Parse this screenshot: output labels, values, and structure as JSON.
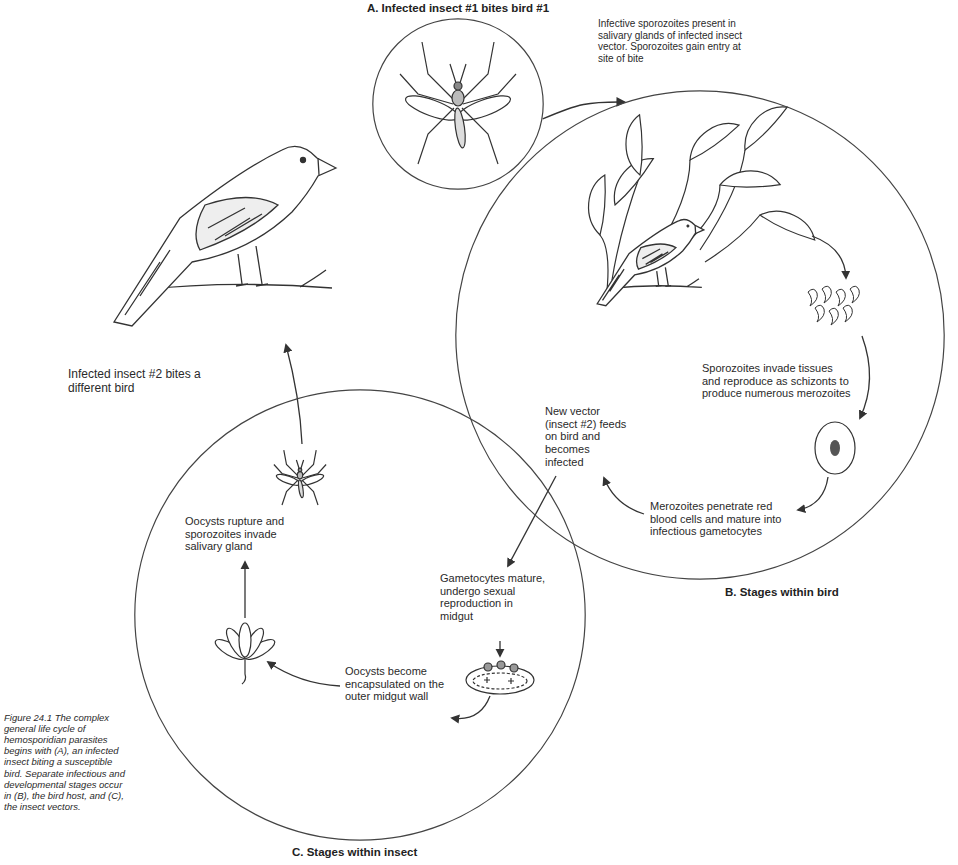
{
  "diagram": {
    "caption": "Figure 24.1 The complex general life cycle of hemosporidian parasites begins with (A), an infected insect biting a susceptible bird. Separate infectious and developmental stages occur in (B), the bird host, and (C), the insect vectors.",
    "nodes": [
      {
        "text": [
          "A. Infected insect #1 bites bird #1",
          "Infective sporozoites present in salivary glands of infected insect vector. Sporozoites gain entry at site of bite"
        ]
      },
      {
        "text": [
          "Sporozoites invade tissues and reproduce as schizonts to produce numerous merozoites",
          "Merozoites penetrate red blood cells and mature into infectious gametocytes",
          "New vector (insect #2) feeds on bird and becomes infected",
          "B. Stages within bird"
        ]
      },
      {
        "text": [
          "Gametocytes mature, undergo sexual reproduction in midgut",
          "Oocysts become encapsulated on the outer midgut wall",
          "Oocysts rupture and sporozoites invade salivary gland",
          "C. Stages within insect"
        ]
      }
    ],
    "edges": [
      {
        "from": 0,
        "to": 1,
        "arrow": "to"
      }
    ],
    "labels": [
      "Infected insect #2 bites a different bird"
    ]
  }
}
